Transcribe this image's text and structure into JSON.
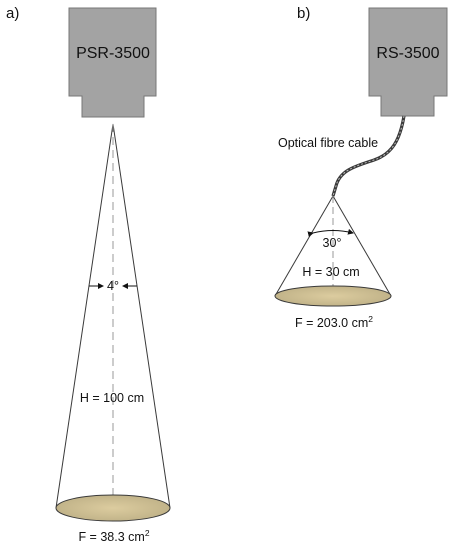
{
  "panel_a": {
    "label": "a)",
    "device": "PSR-3500",
    "angle": "4°",
    "height": "H = 100 cm",
    "area_base": "F = 38.3 cm",
    "area_exp": "2"
  },
  "panel_b": {
    "label": "b)",
    "device": "RS-3500",
    "cable": "Optical fibre cable",
    "angle": "30°",
    "height": "H = 30 cm",
    "area_base": "F = 203.0 cm",
    "area_exp": "2"
  },
  "colors": {
    "device_fill": "#a3a3a3",
    "ellipse_fill": "#cdbf9c",
    "ellipse_highlight": "#dccc9f",
    "outline": "#3a3a3a",
    "dash": "#9a9a9a"
  }
}
